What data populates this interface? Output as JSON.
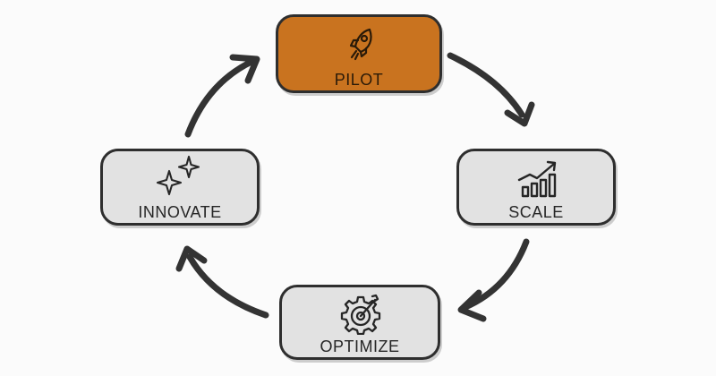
{
  "diagram": {
    "type": "cycle",
    "nodes": [
      {
        "id": "pilot",
        "label": "PILOT",
        "icon": "rocket-icon",
        "highlighted": true
      },
      {
        "id": "scale",
        "label": "SCALE",
        "icon": "growth-chart-icon",
        "highlighted": false
      },
      {
        "id": "optimize",
        "label": "OPTIMIZE",
        "icon": "gear-target-icon",
        "highlighted": false
      },
      {
        "id": "innovate",
        "label": "INNOVATE",
        "icon": "sparkle-icon",
        "highlighted": false
      }
    ],
    "edges": [
      {
        "from": "pilot",
        "to": "scale"
      },
      {
        "from": "scale",
        "to": "optimize"
      },
      {
        "from": "optimize",
        "to": "innovate"
      },
      {
        "from": "innovate",
        "to": "pilot"
      }
    ]
  },
  "colors": {
    "highlight": "#c9731f",
    "node_fill": "#e2e2e2",
    "outline": "#2e2e2e",
    "background": "#fbfbfb"
  }
}
